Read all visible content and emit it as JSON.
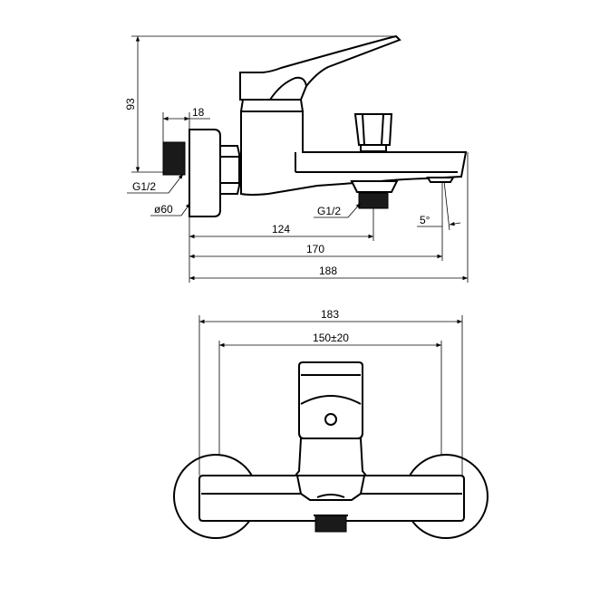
{
  "side_view": {
    "dimensions": {
      "height": "93",
      "wall_offset": "18",
      "inlet_thread": "G1/2",
      "rosette_diameter": "ø60",
      "outlet_thread": "G1/2",
      "spout_angle": "5°",
      "dim_124": "124",
      "dim_170": "170",
      "dim_188": "188"
    }
  },
  "front_view": {
    "dimensions": {
      "overall_width": "183",
      "centers": "150±20"
    }
  }
}
